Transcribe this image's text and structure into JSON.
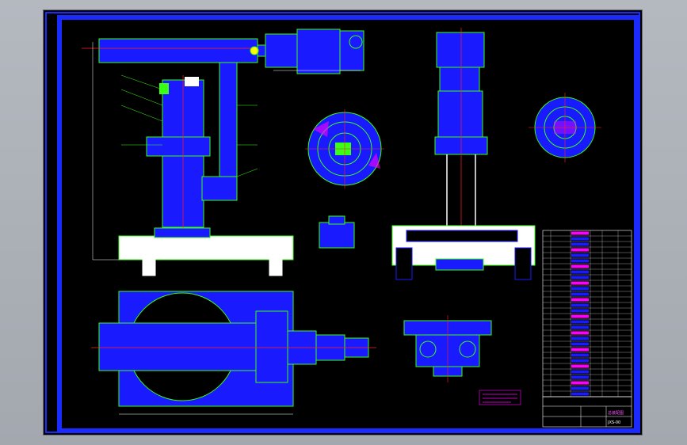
{
  "colors": {
    "background": "#a9aeb5",
    "sheet": "#000000",
    "border": "#1a2bff",
    "part_fill": "#1a1aff",
    "outline": "#39ff14",
    "dim_lines": "#ffffff",
    "center_lines": "#ff2020",
    "hatch": "#ff00ff",
    "base_plate": "#ffffff"
  },
  "title_block": {
    "drawing_title": "总装配图",
    "drawing_number": "JXS-00"
  },
  "icons": [
    "front-view",
    "top-view",
    "side-view",
    "section-a-a",
    "section-b-b",
    "parts-list"
  ]
}
